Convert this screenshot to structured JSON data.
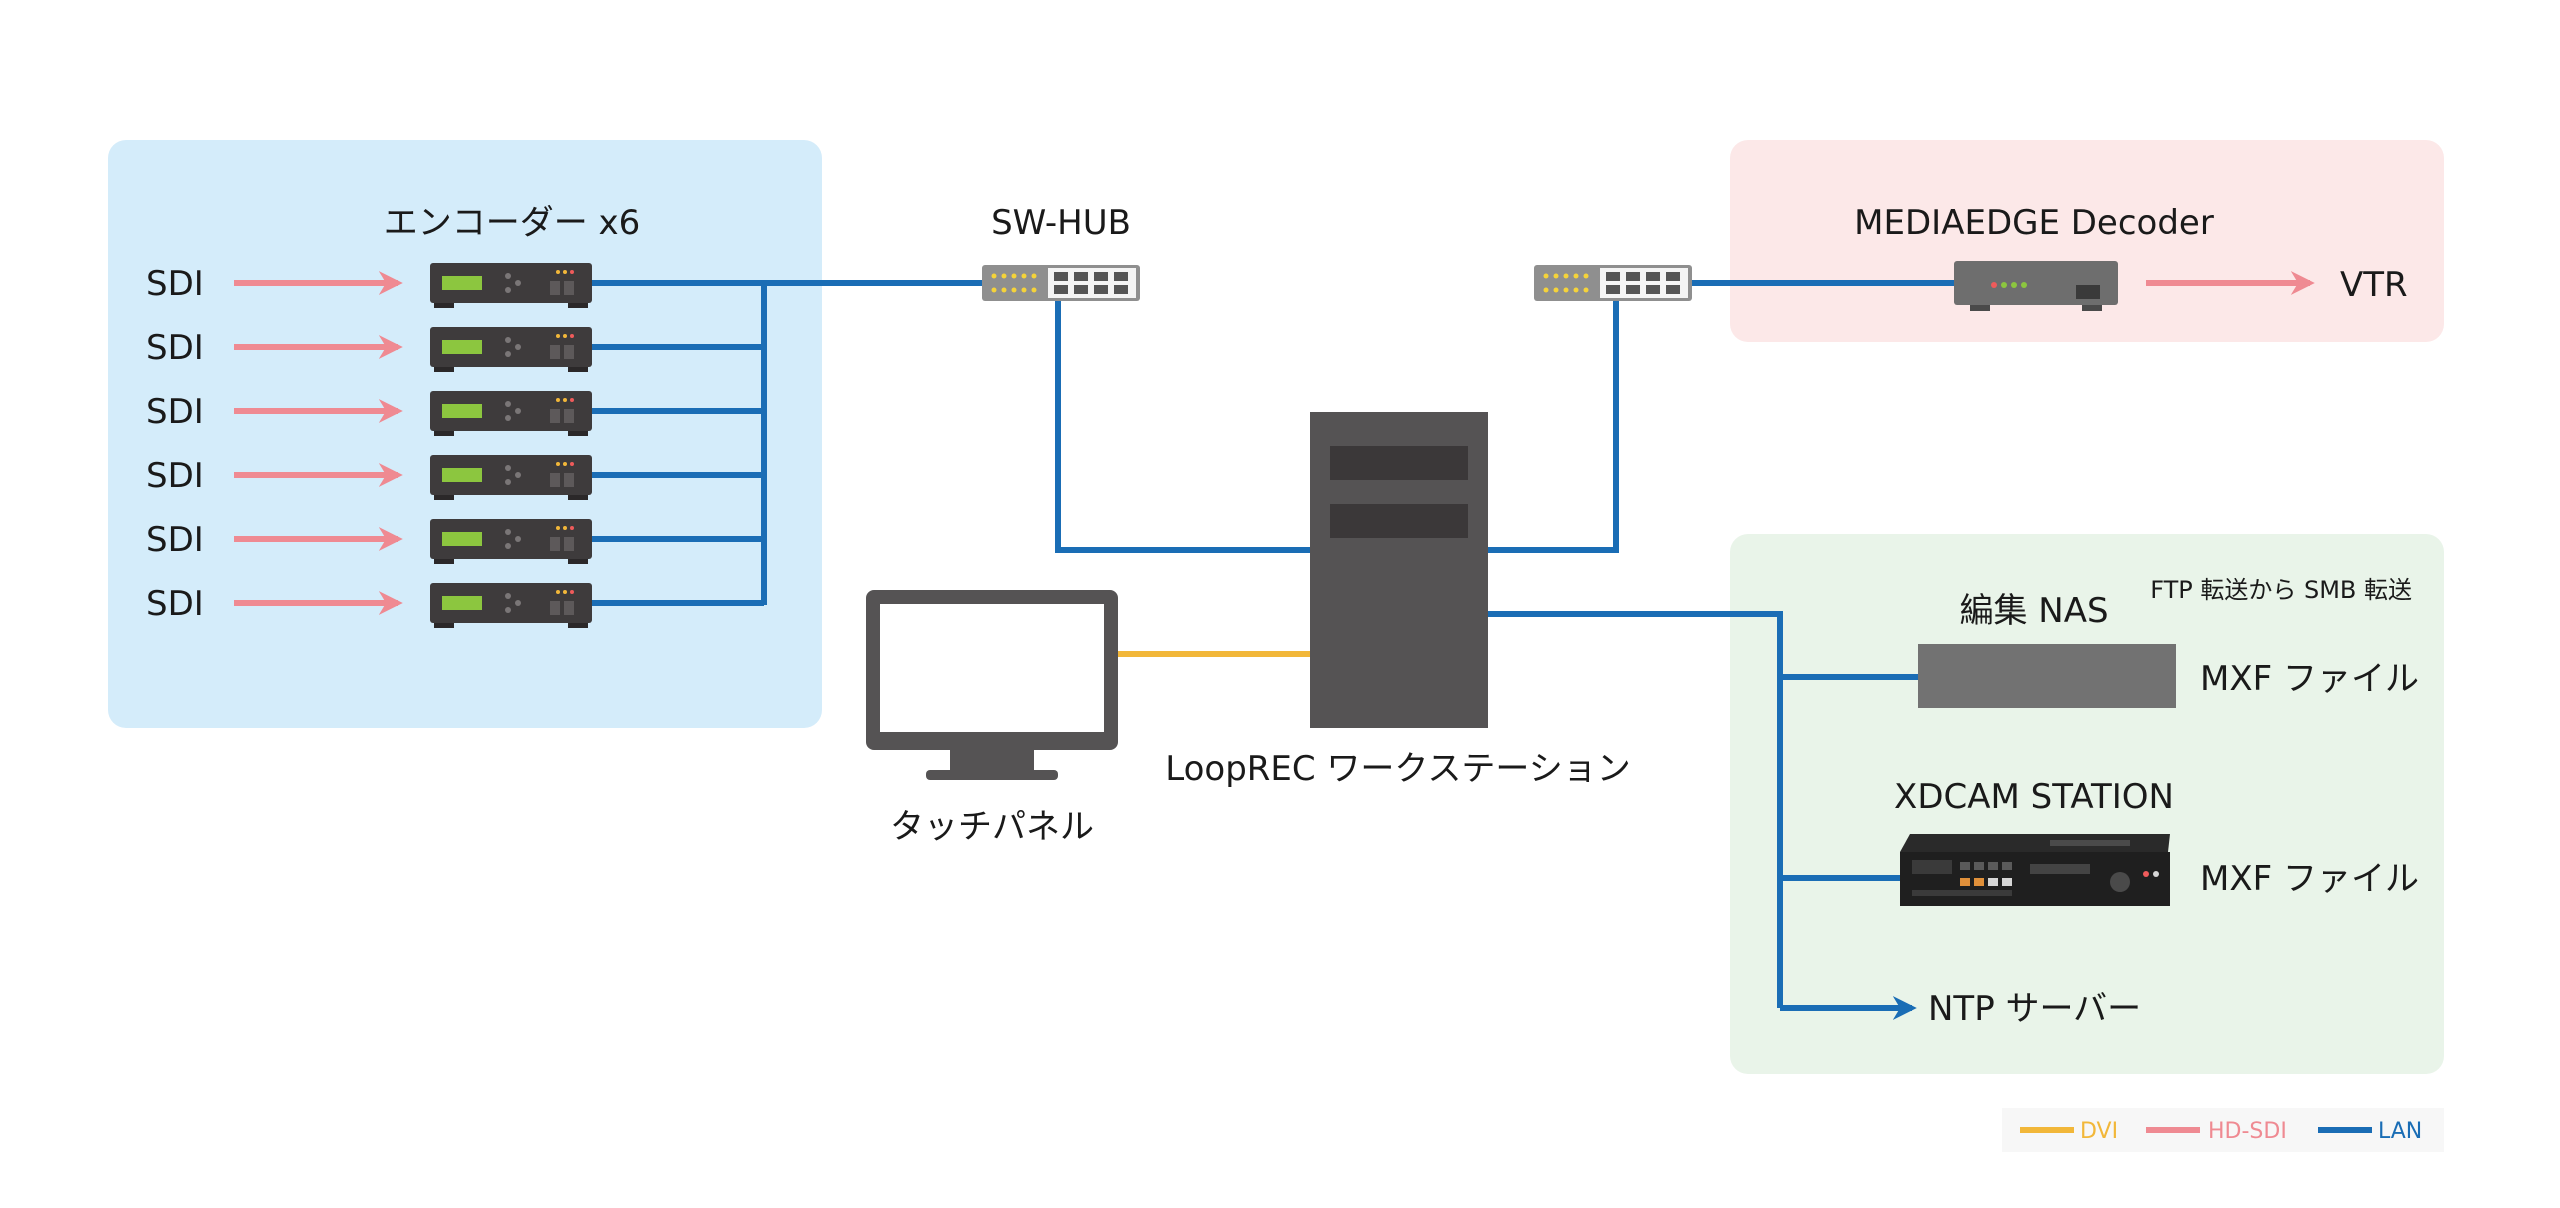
{
  "colors": {
    "lan": "#1a6db5",
    "sdi": "#ef8a92",
    "dvi": "#f2b739",
    "zone_encoders": "#d4ecfa",
    "zone_decoder": "#fce8e8",
    "zone_storage": "#e9f4e9",
    "device_dark": "#3e3b3c",
    "device_grey": "#6e6e6e",
    "lcd_green": "#8cc63f"
  },
  "encoders": {
    "title": "エンコーダー x6",
    "inputs": [
      "SDI",
      "SDI",
      "SDI",
      "SDI",
      "SDI",
      "SDI"
    ]
  },
  "hub": {
    "label": "SW-HUB"
  },
  "decoder": {
    "title": "MEDIAEDGE Decoder",
    "output": "VTR"
  },
  "workstation": {
    "label": "LoopREC ワークステーション"
  },
  "touch_panel": {
    "label": "タッチパネル"
  },
  "storage": {
    "note": "FTP 転送から SMB 転送",
    "nas_label": "編集 NAS",
    "nas_file": "MXF ファイル",
    "xdcam_label": "XDCAM STATION",
    "xdcam_file": "MXF ファイル",
    "ntp_label": "NTP サーバー"
  },
  "legend": {
    "dvi": "DVI",
    "hdsdi": "HD-SDI",
    "lan": "LAN"
  }
}
